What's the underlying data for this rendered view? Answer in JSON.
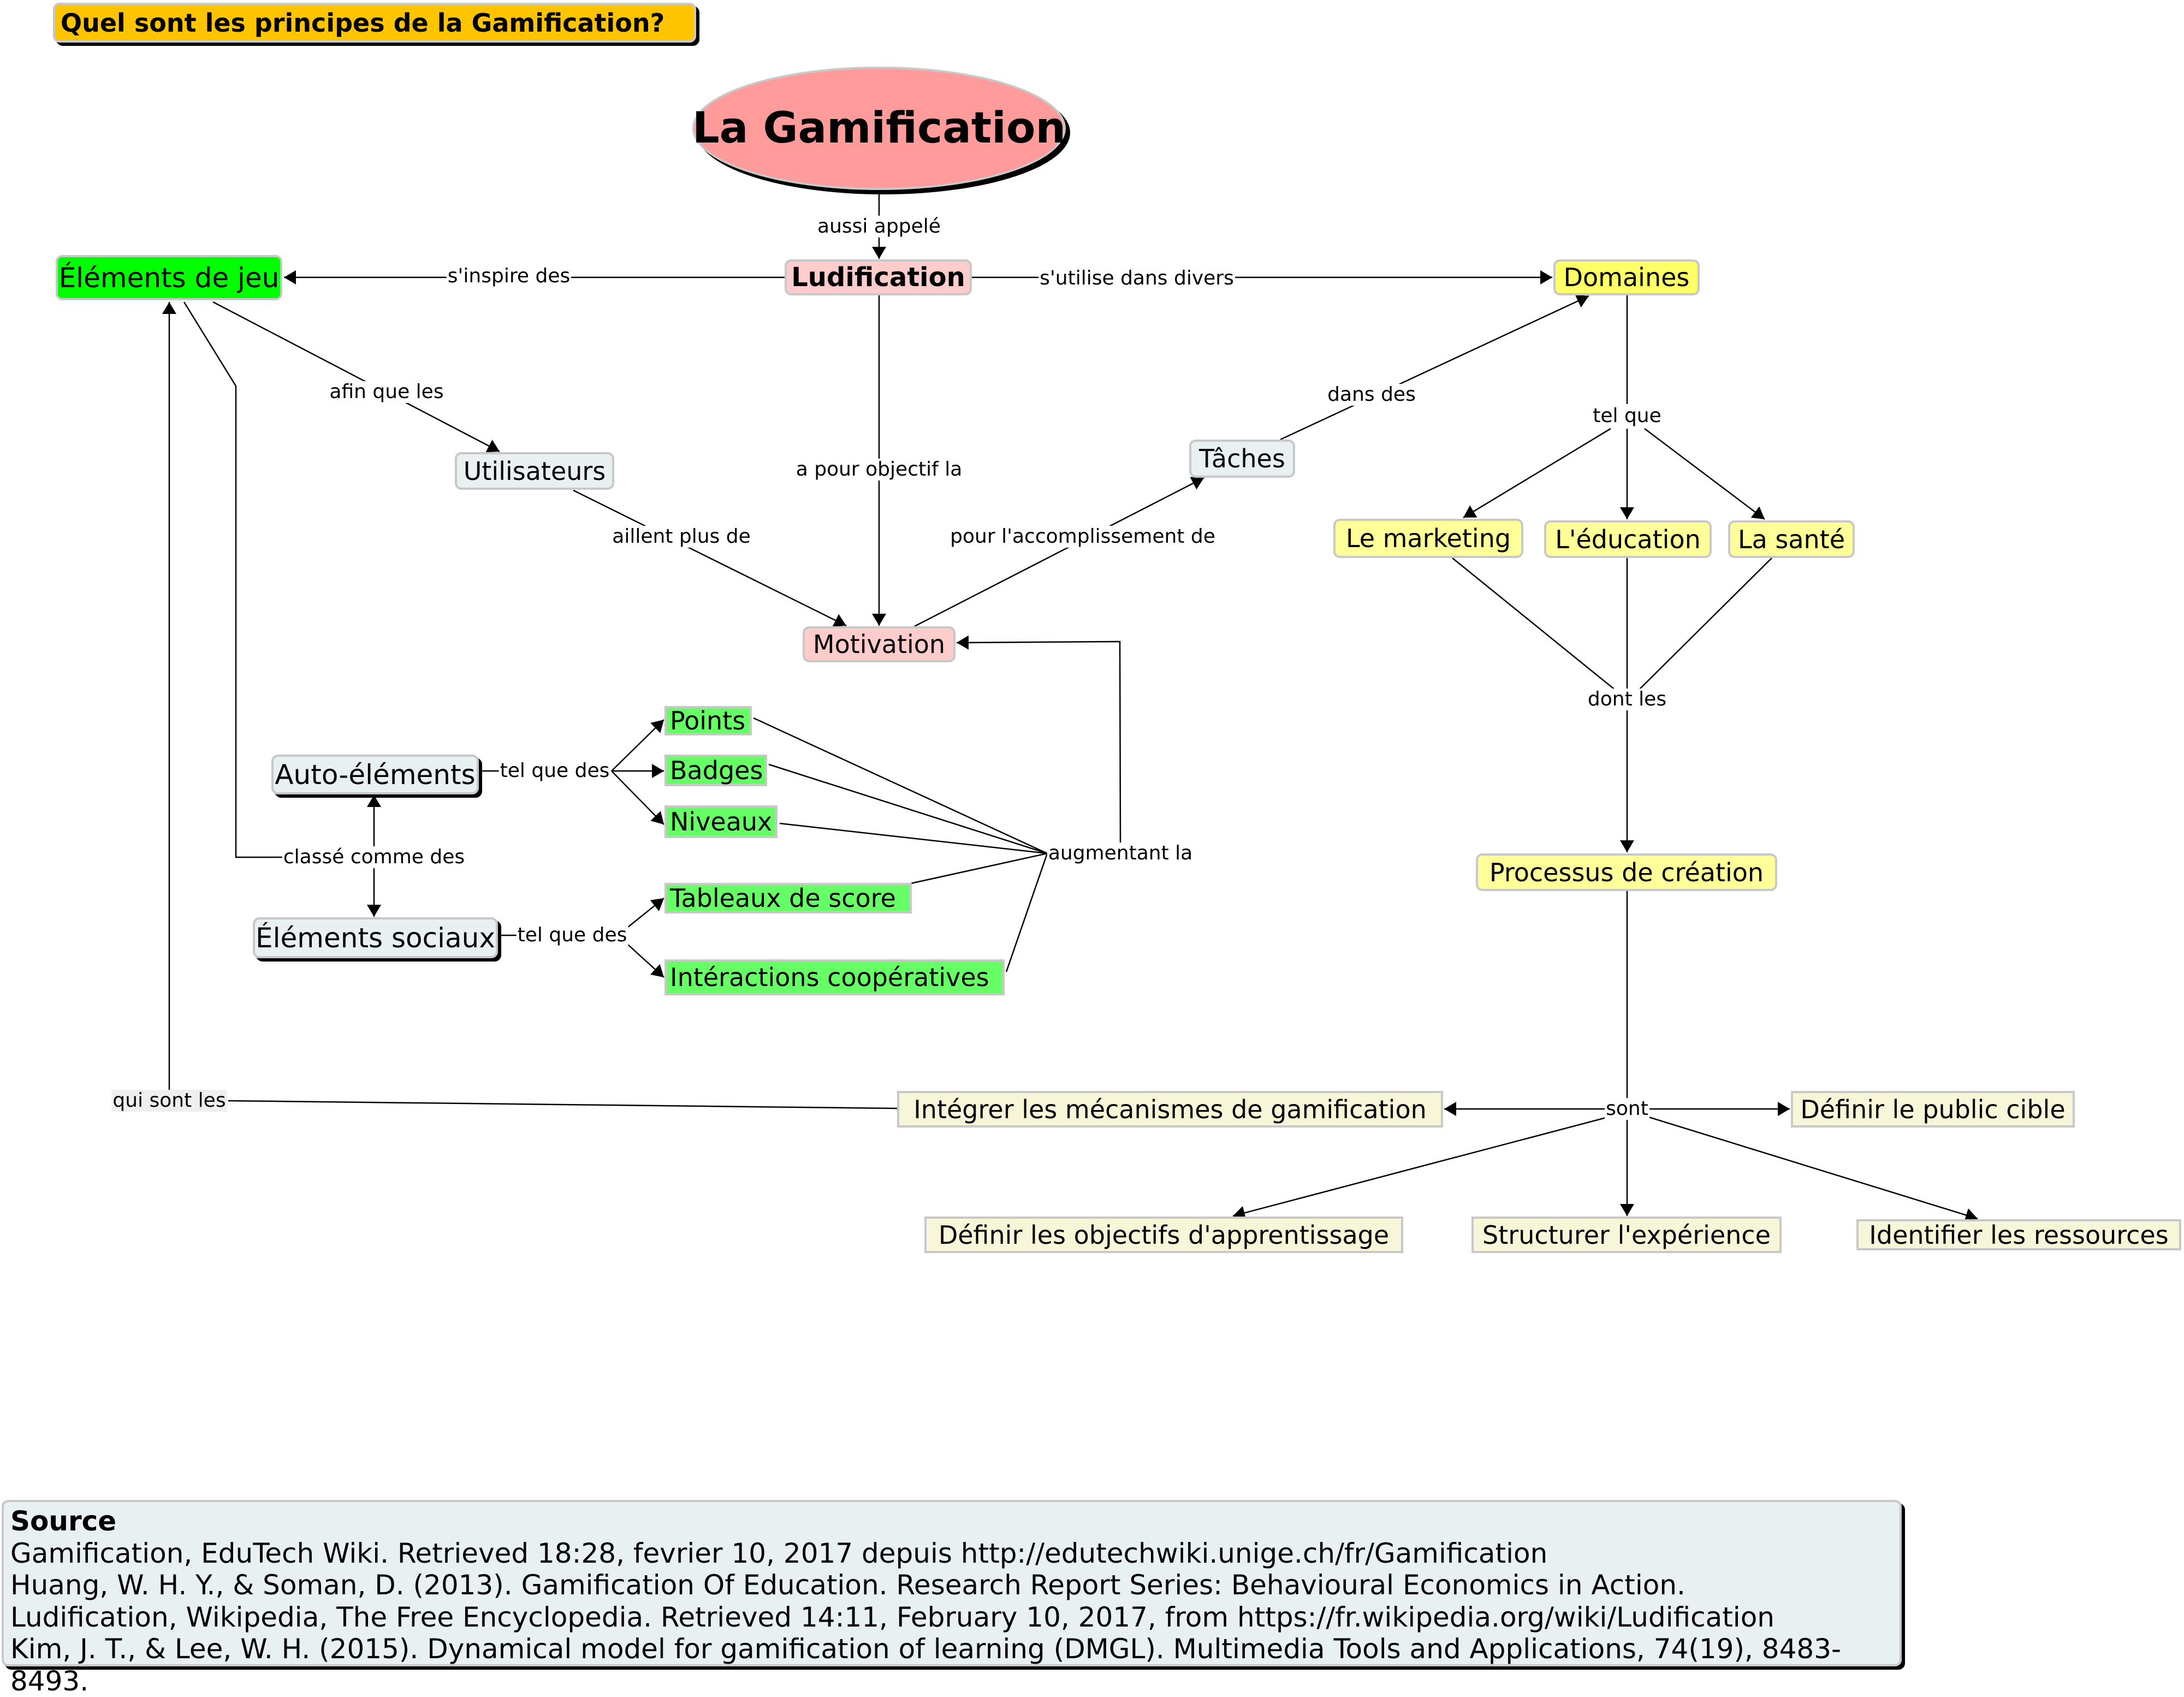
{
  "title": "Quel sont les principes de la Gamification?",
  "concepts": {
    "main": "La Gamification",
    "ludification": "Ludification",
    "elements_de_jeu": "Éléments de jeu",
    "domaines": "Domaines",
    "utilisateurs": "Utilisateurs",
    "taches": "Tâches",
    "motivation": "Motivation",
    "marketing": "Le marketing",
    "education": "L'éducation",
    "sante": "La santé",
    "processus": "Processus de création",
    "auto_elements": "Auto-éléments",
    "elements_sociaux": "Éléments sociaux",
    "points": "Points",
    "badges": "Badges",
    "niveaux": "Niveaux",
    "tableaux": "Tableaux de score",
    "interactions": "Intéractions coopératives",
    "integrer": "Intégrer les mécanismes de gamification",
    "public_cible": "Définir le public cible",
    "objectifs": "Définir les objectifs d'apprentissage",
    "structurer": "Structurer l'expérience",
    "ressources": "Identifier les ressources"
  },
  "links": {
    "aussi_appele": "aussi appelé",
    "s_inspire_des": "s'inspire des",
    "s_utilise_dans_divers": "s'utilise dans divers",
    "afin_que_les": "afin que les",
    "a_pour_objectif_la": "a pour objectif la",
    "dans_des": "dans des",
    "tel_que": "tel que",
    "aillent_plus_de": "aillent plus de",
    "pour_l_accomplissement_de": "pour l'accomplissement de",
    "dont_les": "dont les",
    "tel_que_des_auto": "tel que des",
    "tel_que_des_sociaux": "tel que des",
    "classe_comme_des": "classé comme des",
    "augmentant_la": "augmentant la",
    "sont": "sont",
    "qui_sont_les": "qui sont les"
  },
  "source": {
    "heading": "Source",
    "references": [
      "Gamification, EduTech Wiki. Retrieved 18:28, fevrier 10, 2017 depuis http://edutechwiki.unige.ch/fr/Gamification",
      "Huang, W. H. Y., & Soman, D. (2013). Gamification Of Education. Research Report Series: Behavioural Economics in Action.",
      "Ludification, Wikipedia, The Free Encyclopedia. Retrieved 14:11, February 10, 2017, from https://fr.wikipedia.org/wiki/Ludification",
      "Kim, J. T., & Lee, W. H. (2015). Dynamical model for gamification of learning (DMGL). Multimedia Tools and Applications, 74(19), 8483-8493."
    ]
  },
  "colors": {
    "title_bg": "#ffc400",
    "main_concept": "#ff9b9b",
    "pink_concept": "#ffcccc",
    "game_elements": "#00ff00",
    "element_items": "#66ff66",
    "domain_strong": "#ffff66",
    "domain_items": "#ffff99",
    "process_steps": "#f8f6d8",
    "neutral_concept": "#e8f0f2"
  }
}
